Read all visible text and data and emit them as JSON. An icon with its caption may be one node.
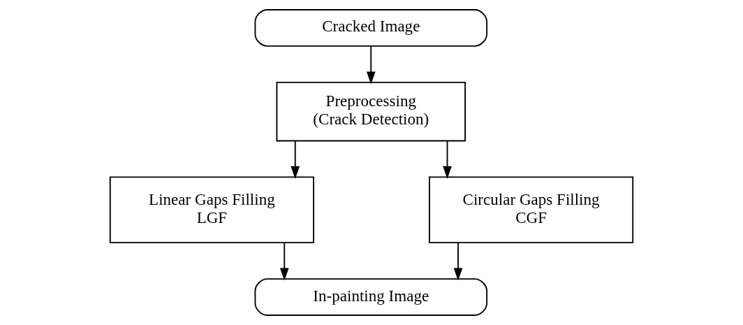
{
  "diagram": {
    "nodes": [
      {
        "text": [
          "Cracked Image"
        ]
      },
      {
        "text": [
          "Preprocessing (Crack Detection)"
        ]
      },
      {
        "text": [
          "Linear Gaps Filling LGF"
        ]
      },
      {
        "text": [
          "Circular Gaps Filling CGF"
        ]
      },
      {
        "text": [
          "In-painting Image"
        ]
      }
    ],
    "edges": [
      {
        "from": 0,
        "to": 1,
        "arrow": "to"
      },
      {
        "from": 1,
        "to": 2,
        "arrow": "to"
      },
      {
        "from": 1,
        "to": 3,
        "arrow": "to"
      },
      {
        "from": 2,
        "to": 4,
        "arrow": "to"
      },
      {
        "from": 3,
        "to": 4,
        "arrow": "to"
      }
    ]
  }
}
